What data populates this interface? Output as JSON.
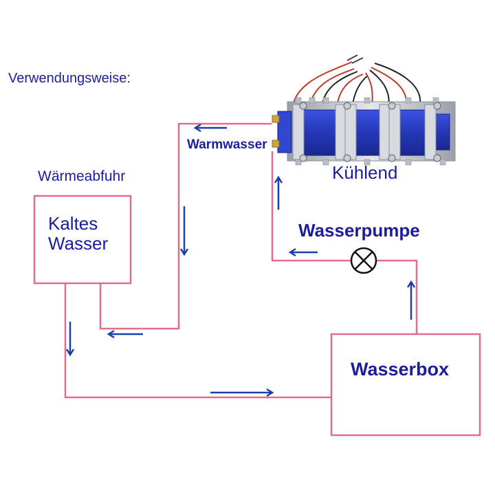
{
  "labels": {
    "heading": "Verwendungsweise:",
    "hot_water": "Warmwasser",
    "heat_dissipation": "Wärmeabfuhr",
    "cooling": "Kühlend",
    "pump": "Wasserpumpe",
    "cold_water_line1": "Kaltes",
    "cold_water_line2": "Wasser",
    "water_box": "Wasserbox"
  },
  "icons": {
    "pump": "pump-symbol-icon",
    "cooler": "peltier-cooler-icon",
    "arrow": "flow-arrow-icon"
  },
  "colors": {
    "pipe": "#e46a8e",
    "text": "#1c1c9e",
    "arrow": "#1b3fa8",
    "module_blue": "#2b3fc8",
    "metal": "#c8cbd2"
  }
}
